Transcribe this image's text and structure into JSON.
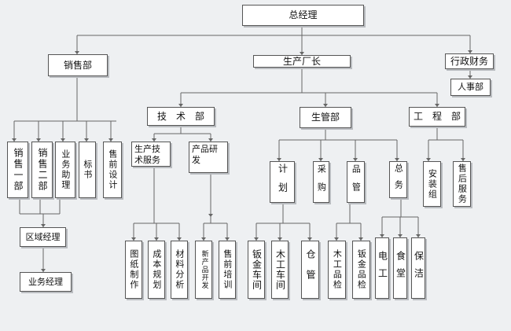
{
  "chart": {
    "root": "总经理",
    "l1": {
      "sales": "销售部",
      "production": "生产厂长",
      "admin": "行政财务"
    },
    "admin_sub": "人事部",
    "sales_units": [
      "销售一部",
      "销售二部",
      "业务助理",
      "标书",
      "售前设计"
    ],
    "sales_chain": [
      "区域经理",
      "业务经理"
    ],
    "l2": {
      "tech": "技　术　部",
      "prod_mgmt": "生管部",
      "eng": "工　程　部"
    },
    "tech_sub": {
      "service": "生产技术服务",
      "rnd": "产品研发"
    },
    "service_units": [
      "图纸制作",
      "成本规划",
      "材料分析"
    ],
    "rnd_units": [
      "新产品开发",
      "售前培训"
    ],
    "pm_sub": {
      "plan": "计划",
      "purchase": "采购",
      "quality": "品管",
      "general": "总务"
    },
    "plan_units": [
      "钣金车间",
      "木工车间",
      "仓管"
    ],
    "quality_units": [
      "木工品检",
      "钣金品检"
    ],
    "general_units": [
      "电工",
      "食堂",
      "保洁"
    ],
    "eng_units": [
      "安装组",
      "售后服务"
    ]
  }
}
